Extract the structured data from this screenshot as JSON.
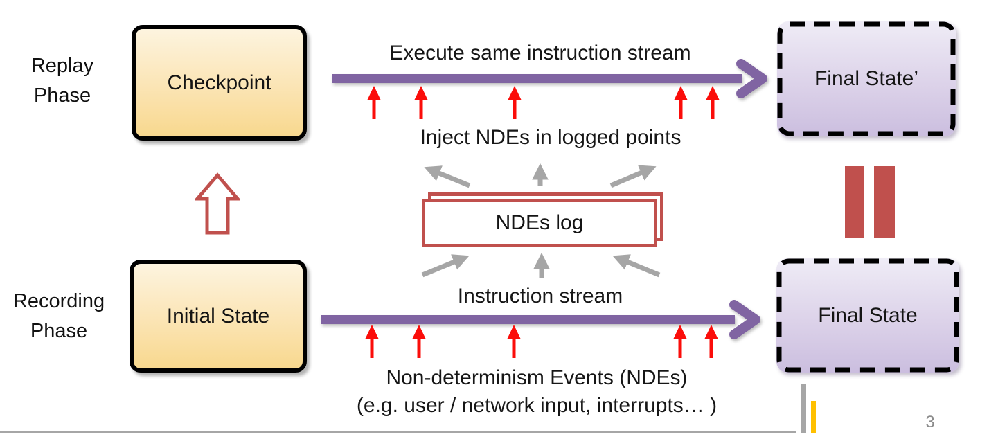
{
  "slide": {
    "page_number": "3",
    "colors": {
      "timeline_purple": "#8064A2",
      "event_arrow_red": "#FB0D0A",
      "maroon_accent": "#C0504D",
      "flow_arrow_gray": "#A6A6A6",
      "footer_yellow": "#FFC000",
      "orange_box_top": "#FDF4DF",
      "orange_box_bottom": "#F8D88E",
      "purple_box_top": "#EFECF6",
      "purple_box_bottom": "#CBBEDF"
    },
    "icons": {
      "restore_checkpoint_arrow": "hollow-up-block-arrow",
      "timeline_arrow": "thick-right-arrow",
      "nde_event_arrow": "small-red-up-arrow",
      "log_flow_arrow": "gray-diagonal-arrow",
      "equivalence": "double-vertical-bars"
    }
  },
  "phases": {
    "replay": {
      "line1": "Replay",
      "line2": "Phase"
    },
    "recording": {
      "line1": "Recording",
      "line2": "Phase"
    }
  },
  "boxes": {
    "checkpoint": "Checkpoint",
    "initial_state": "Initial State",
    "final_state_replay": "Final State’",
    "final_state_recording": "Final State"
  },
  "timelines": {
    "replay_label": "Execute same instruction stream",
    "recording_label": "Instruction stream"
  },
  "annotations": {
    "inject": "Inject NDEs in logged points",
    "ndes_log": "NDEs log",
    "nde_title": "Non-determinism Events (NDEs)",
    "nde_examples": "(e.g. user / network input, interrupts… )"
  }
}
